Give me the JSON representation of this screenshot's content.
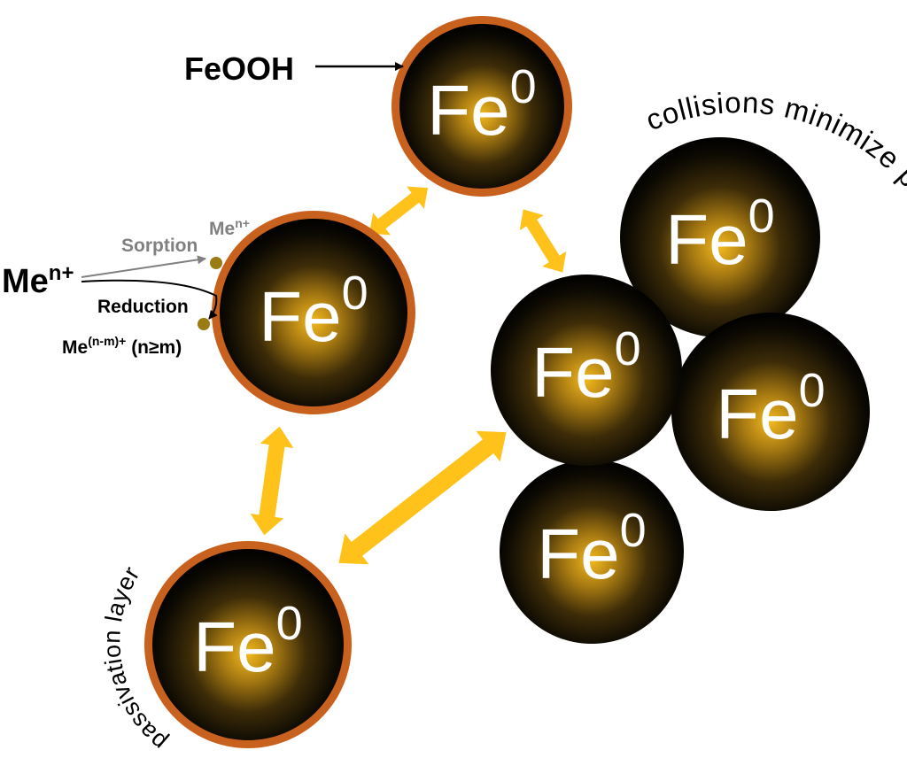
{
  "particle_label": "Fe",
  "particle_superscript": "0",
  "labels": {
    "feooh": "FeOOH",
    "me_ion": "Me",
    "me_ion_charge": "n+",
    "sorption": "Sorption",
    "sorbed_me": "Me",
    "sorbed_me_charge": "n+",
    "reduction": "Reduction",
    "reduced_me": "Me",
    "reduced_me_charge": "(n-m)+",
    "reduced_me_condition": " (n≥m)",
    "passivation_layer": "passivation layer",
    "collisions_line1": "collisions minimize",
    "collisions_line2": "passivation layers"
  },
  "colors": {
    "particle_core": "#f2b81e",
    "particle_edge": "#000000",
    "passivation_shell": "#c8611d",
    "collision_arrow": "#ffc21a",
    "sorption_arrow": "#808080",
    "metal_dot": "#9a7c12",
    "text_dark": "#000000",
    "text_grey": "#808080",
    "particle_text": "#ffffff"
  }
}
